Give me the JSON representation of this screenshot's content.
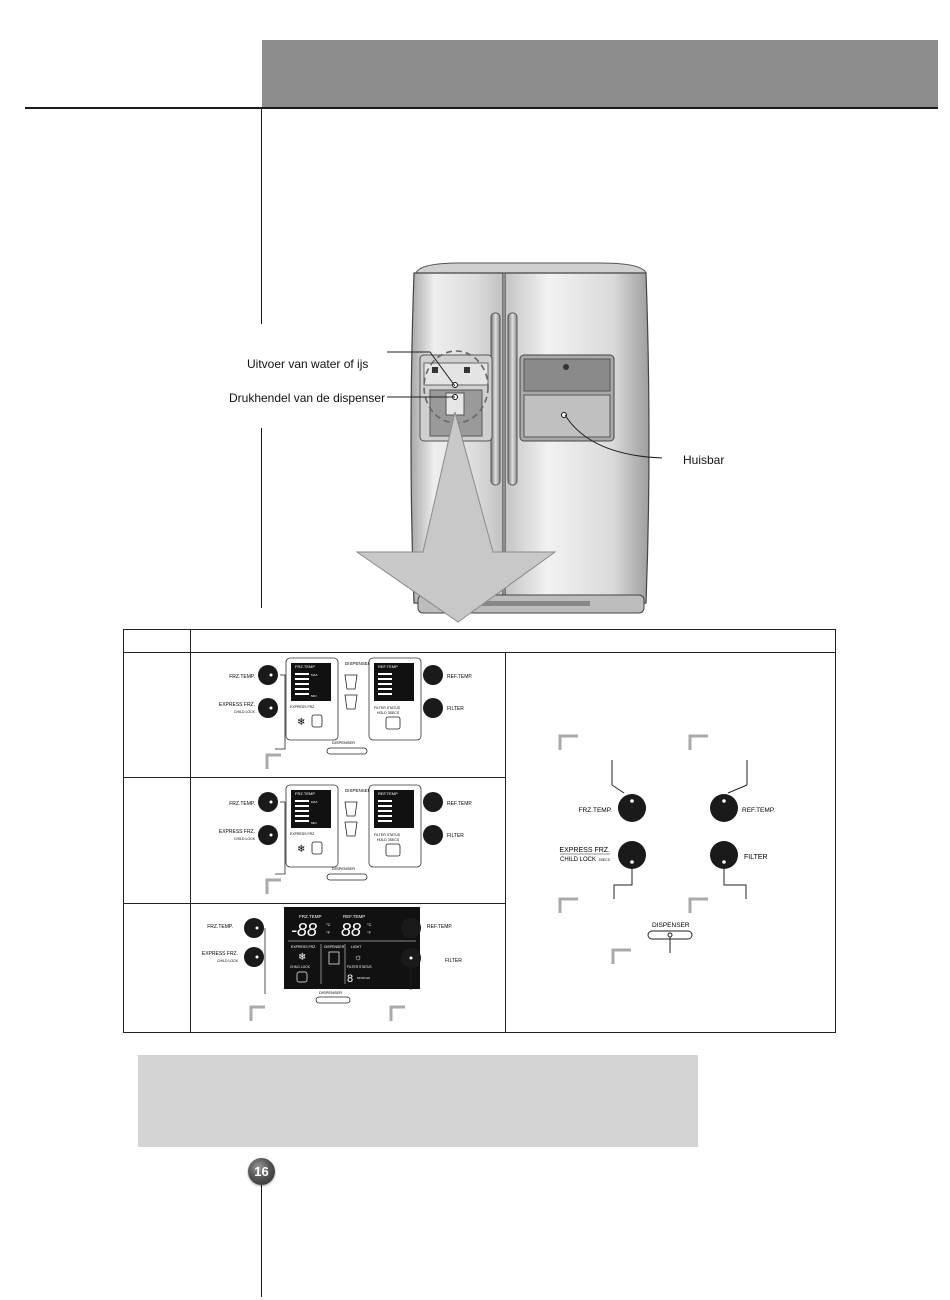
{
  "callouts": {
    "water_ice_outlet": "Uitvoer van water of ijs",
    "dispenser_lever": "Drukhendel van de dispenser",
    "home_bar": "Huisbar"
  },
  "panel_labels": {
    "frz_temp": "FRZ.TEMP.",
    "ref_temp": "REF.TEMP.",
    "express_frz": "EXPRESS FRZ.",
    "child_lock": "CHILD LOCK",
    "child_lock_small": "3SECS",
    "filter": "FILTER",
    "dispenser": "DISPENSER",
    "display_frz": "FRZ.TEMP",
    "display_ref": "REF.TEMP",
    "express_frz_small": "EXPRESS FRZ",
    "filter_status": "FILTER STATUS",
    "hold_3secs": "HOLD 3SECS",
    "display_digits": "-88",
    "display_digits_ref": "88",
    "deg_c": "°C",
    "deg_f": "°F",
    "max": "MAX",
    "min": "MIN",
    "child_lock_word": "CHILD LOCK",
    "light": "LIGHT",
    "filter_digit": "8",
    "months": "MONTHS"
  },
  "page": {
    "number": "16"
  },
  "colors": {
    "header_bar": "#8c8c8c",
    "note_box": "#d4d4d4",
    "lcd": "#111111",
    "arrow": "#c8c8c8"
  }
}
